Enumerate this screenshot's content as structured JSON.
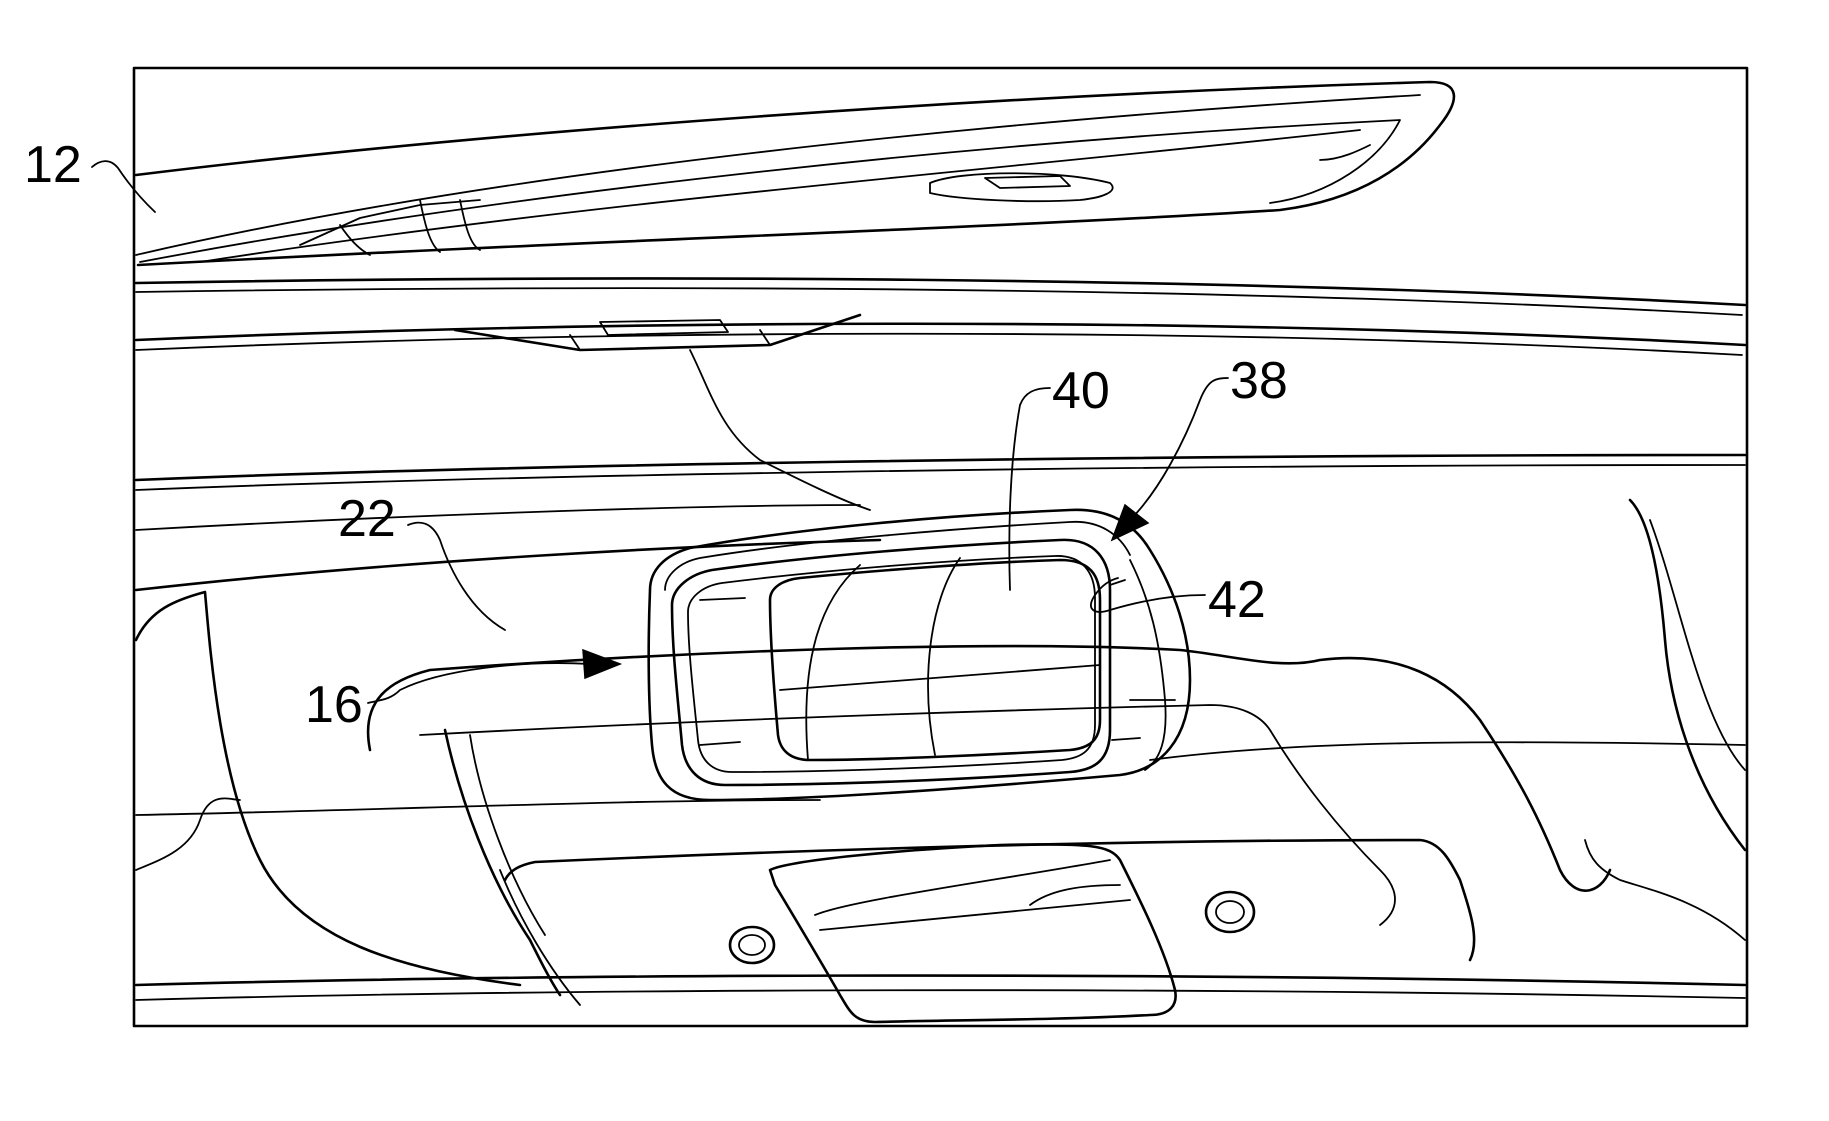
{
  "figure": {
    "ink_color": "#000000",
    "paper_color": "#ffffff"
  },
  "reference_numerals": {
    "r12": "12",
    "r16": "16",
    "r22": "22",
    "r38": "38",
    "r40": "40",
    "r42": "42"
  }
}
